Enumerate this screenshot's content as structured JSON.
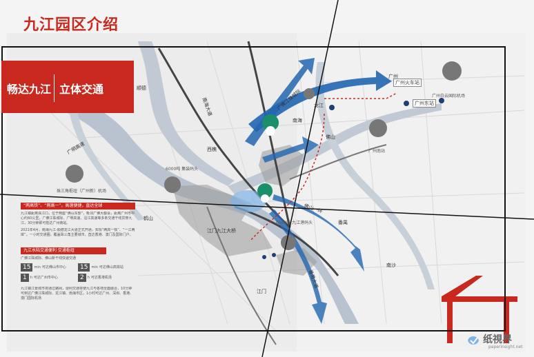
{
  "title": "九江园区介绍",
  "banner": {
    "left": "畅达九江",
    "right": "立体交通"
  },
  "places": {
    "guangzhou": "广州",
    "shunde": "顺德",
    "nanhai": "南海",
    "panyu": "番禺",
    "nansha": "南沙",
    "jiangmen": "江门",
    "heshan": "鹤山",
    "foshan": "佛山",
    "longjiang": "龙江",
    "xiqiao": "西樵"
  },
  "callouts": {
    "zhuhai_airport": "珠三角枢纽（广州新）机场",
    "port_left": "6000吨 集装码头",
    "port_right": "6000吨 九江港码头",
    "gz_south": "广州南站",
    "gz_baiyun": "广州白云国际机场",
    "gz_station": "广州火车站",
    "gz_east": "广州东站"
  },
  "routes": {
    "guangfo": "广佛江珠城际",
    "jiangmen_line": "江门九江大桥",
    "nanhai_line": "南海大道",
    "shunde_line": "佛山一环",
    "nansha_line": "番禺大道",
    "gaosu": "广明高速"
  },
  "info": {
    "head1": "“两高铁”、“两高一”，高速便捷，直达全球",
    "para1": "九江镇距离珠江口，位于两座“佛山东部”，毗邻广佛大都会，距离广州市中心约60公里，广佛江珠城际、广明高速、沿江高速等多条交通干线贯穿九江，30分钟即可抵达广州南站。",
    "para2": "2021年4月，南海九江-顺德龙江大道正式开通，实现“两高一铁”、“一江两岸”，一小时交通圈，覆盖珠三角主要城市，直达香港、澳门及国际门户。",
    "head2": "九江水陆交通便利 交通枢纽",
    "sub2": "广佛江珠城际、佛山新干线快速交通",
    "stats": [
      {
        "num": "15",
        "unit": "min",
        "text": "可达佛山市中心"
      },
      {
        "num": "15",
        "unit": "min",
        "text": "可达佛山高铁站"
      },
      {
        "num": "1",
        "unit": "h",
        "text": "可达广州市中心"
      },
      {
        "num": "2",
        "unit": "h",
        "text": "可达香港机场"
      }
    ],
    "foot": "九江镇江景城市将通过路网，便利交通将使九江与各地全面融合，10分钟可到达广佛江珠城际、龙江镇、南海市区，1小时可达广州、深圳、香港、澳门国际机场"
  },
  "watermark": {
    "brand": "纸視界",
    "url": "paperinsight.net"
  },
  "colors": {
    "accent": "#c8281e",
    "route_blue": "#2266b0",
    "pin_green": "#1a8f6a",
    "water": "#b9c3cf"
  }
}
